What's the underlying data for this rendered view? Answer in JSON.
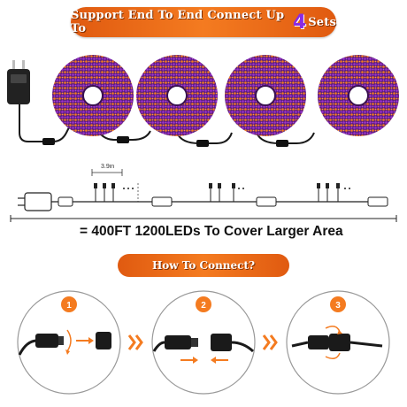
{
  "banner": {
    "text_before": "Support End To End Connect Up To",
    "highlight": "4",
    "text_after": "Sets"
  },
  "diagram": {
    "spacing_label": "3.9in"
  },
  "spec": {
    "text": "= 400FT  1200LEDs To Cover Larger Area"
  },
  "howto": {
    "title": "How To Connect?"
  },
  "steps": [
    {
      "number": "1"
    },
    {
      "number": "2"
    },
    {
      "number": "3"
    }
  ],
  "colors": {
    "orange": "#f47b20",
    "purple": "#8a2be2",
    "cable": "#1a1a1a"
  }
}
